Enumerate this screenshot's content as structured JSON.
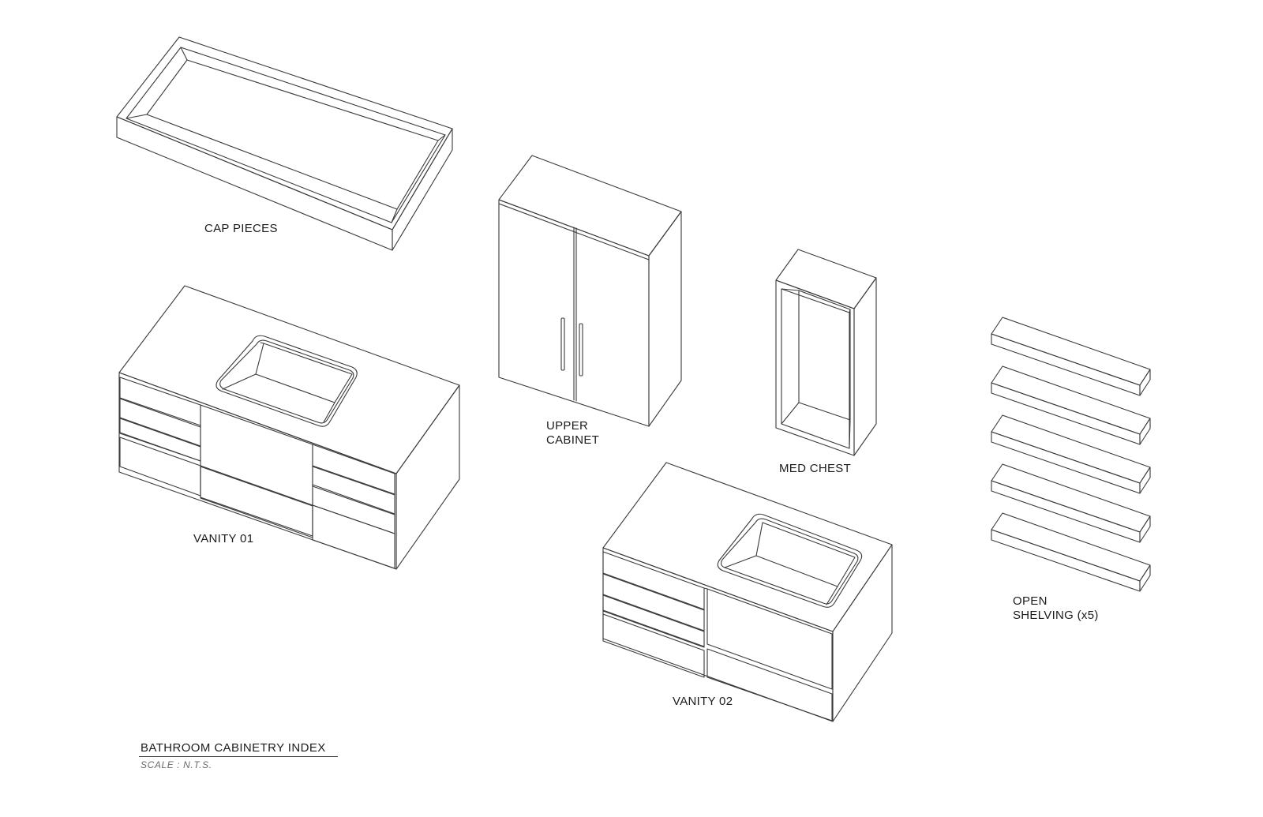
{
  "sheet": {
    "title": "BATHROOM CABINETRY INDEX",
    "scale": "SCALE : N.T.S."
  },
  "items": {
    "cap_pieces": {
      "label": "CAP PIECES"
    },
    "upper_cabinet": {
      "label_line1": "UPPER",
      "label_line2": "CABINET"
    },
    "med_chest": {
      "label": "MED CHEST"
    },
    "open_shelving": {
      "label_line1": "OPEN",
      "label_line2": "SHELVING (x5)"
    },
    "vanity_01": {
      "label": "VANITY 01"
    },
    "vanity_02": {
      "label": "VANITY 02"
    }
  }
}
